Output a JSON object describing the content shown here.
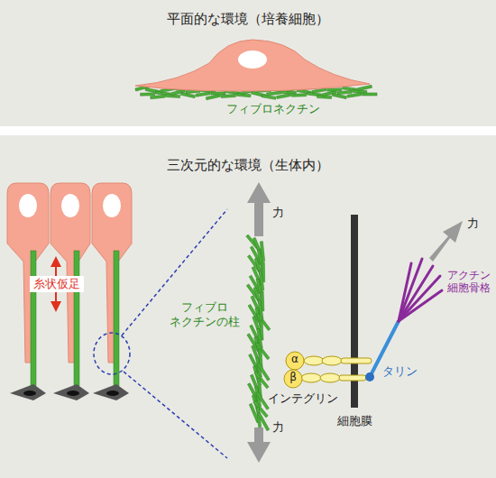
{
  "diagram": {
    "nodes": [
      {
        "text": [
          "平面的な環境（培養細胞）"
        ]
      },
      {
        "text": [
          "三次元的な環境（生体内）"
        ]
      }
    ],
    "labels": [
      "フィブロネクチン",
      "糸状仮足",
      "力",
      "力",
      "フィブロ ネクチンの柱",
      "α",
      "β",
      "インテグリン",
      "細胞膜",
      "タリン",
      "アクチン 細胞骨格",
      "力"
    ]
  }
}
